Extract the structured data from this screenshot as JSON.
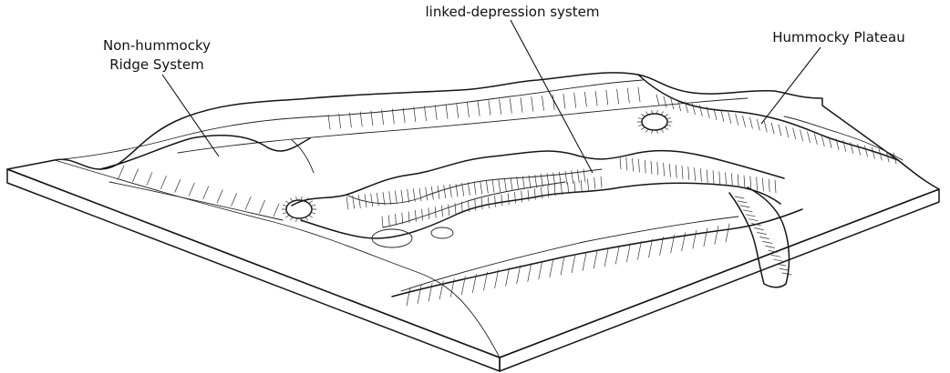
{
  "labels": {
    "non_hummocky": {
      "line1": "Non-hummocky",
      "line2": "Ridge System"
    },
    "linked_depression": "linked-depression system",
    "hummocky_plateau": "Hummocky Plateau"
  }
}
